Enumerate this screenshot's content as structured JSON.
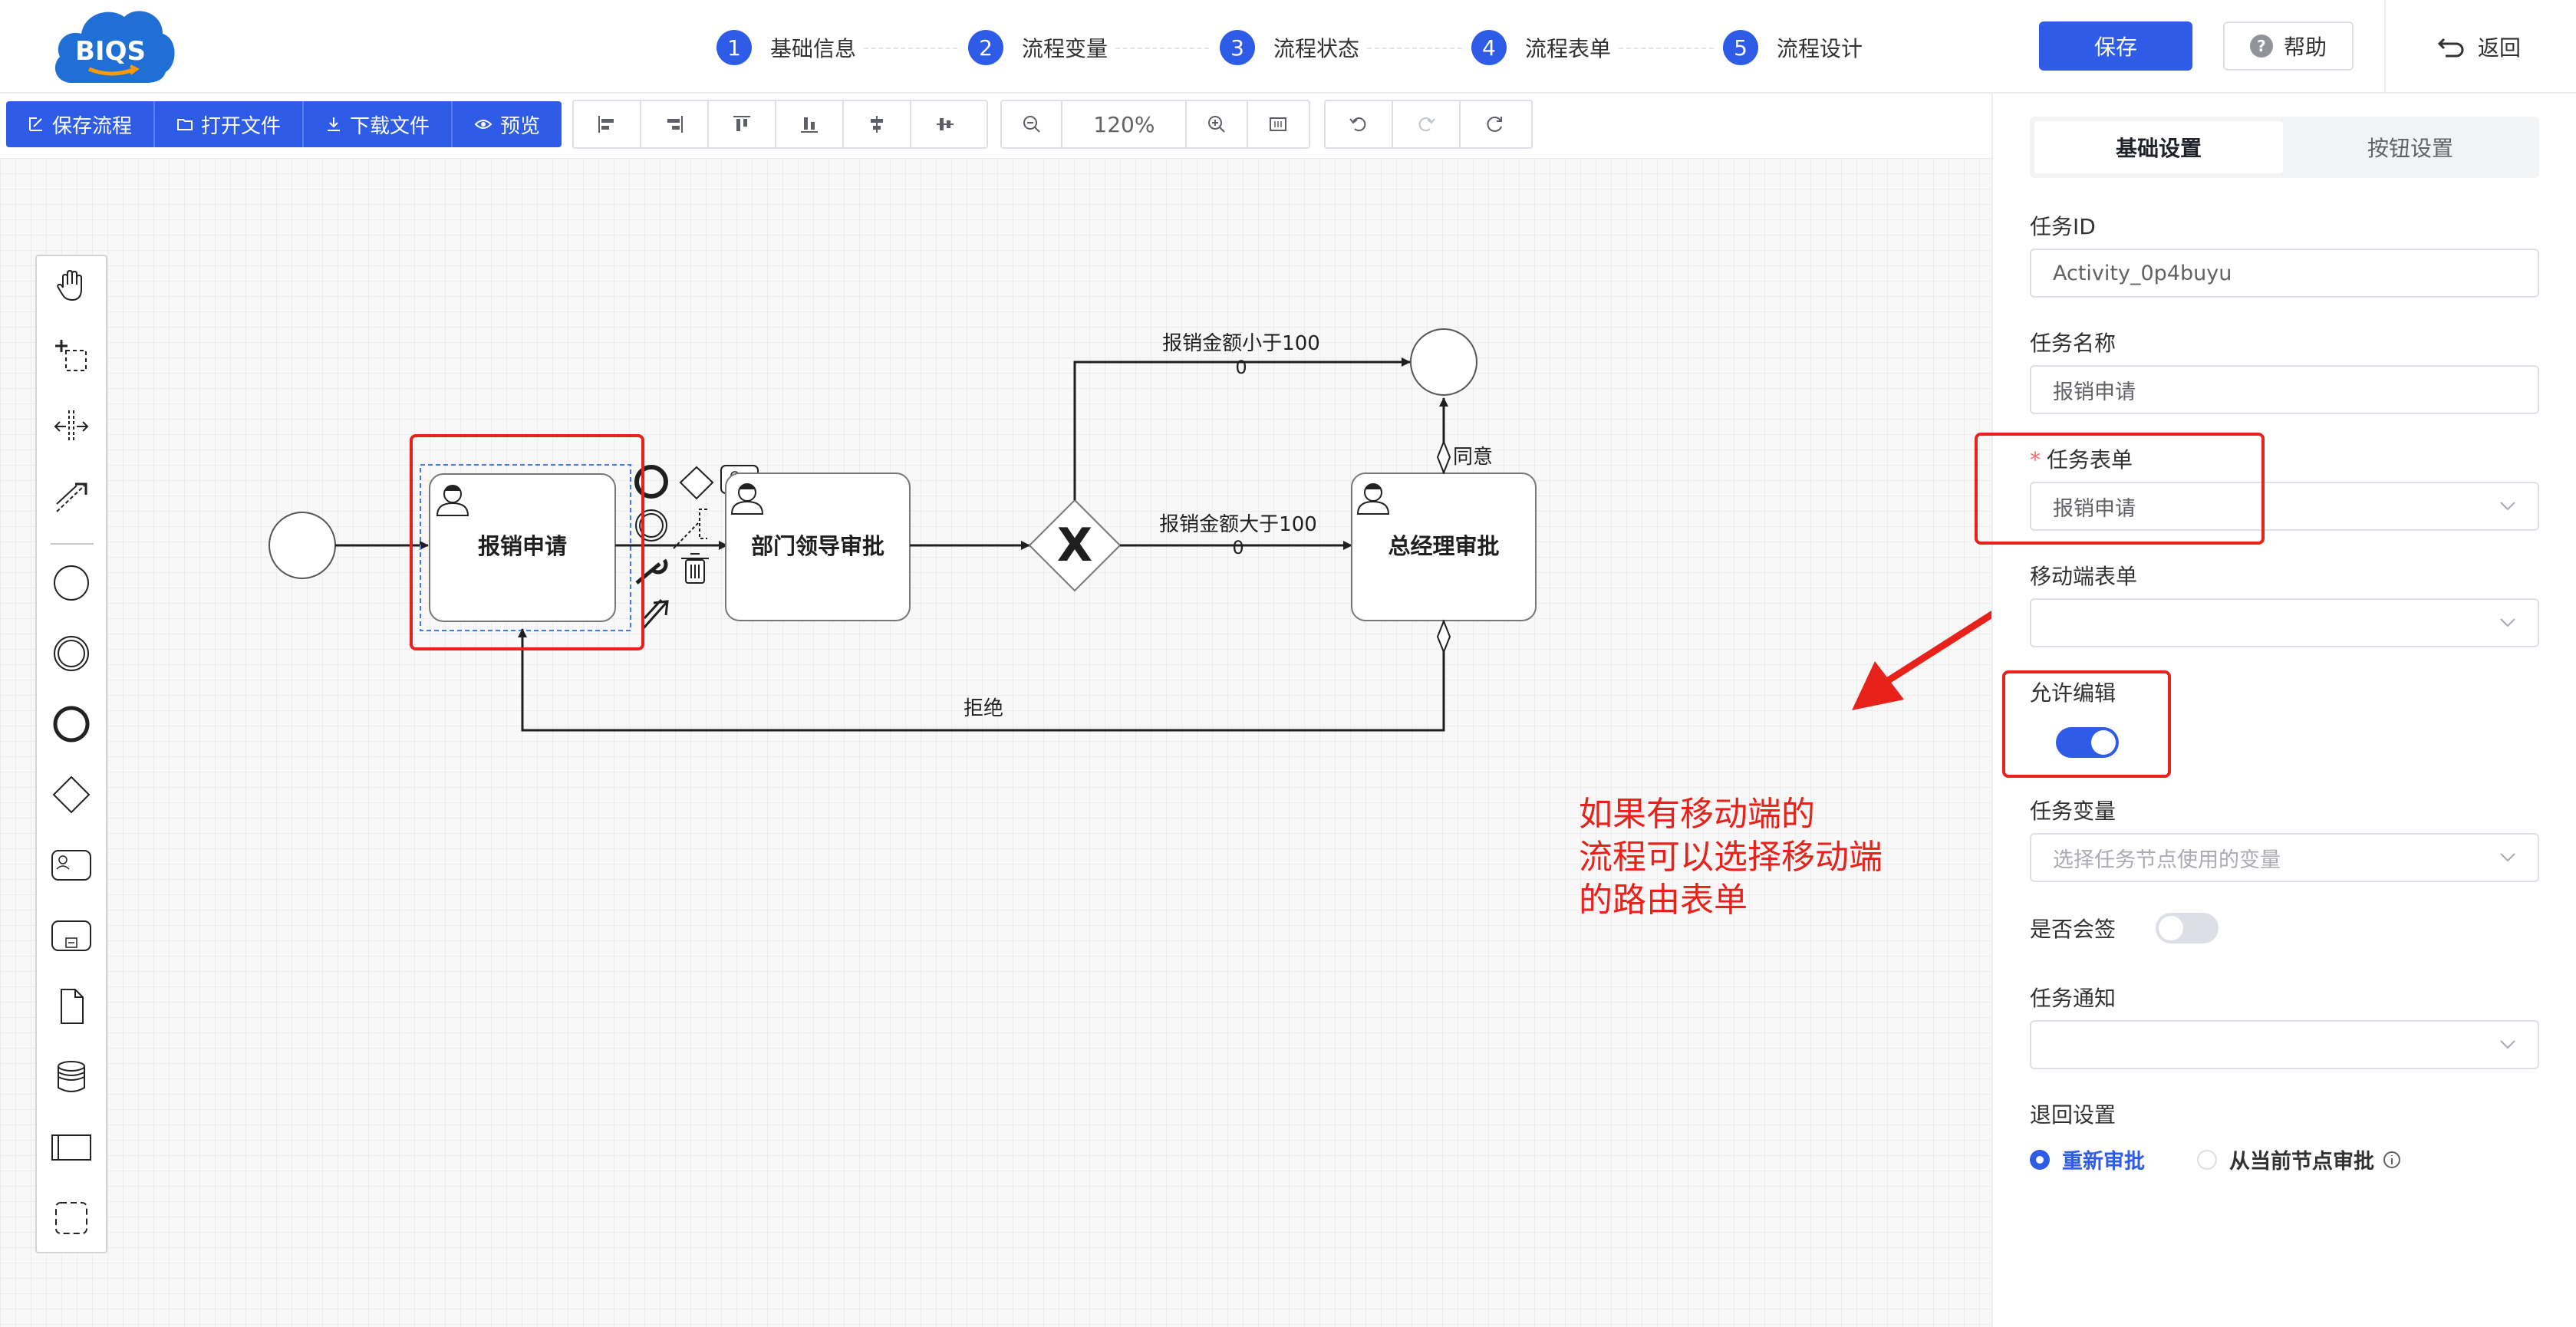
{
  "logo": {
    "text": "BIQS"
  },
  "steps": [
    {
      "num": "1",
      "label": "基础信息"
    },
    {
      "num": "2",
      "label": "流程变量"
    },
    {
      "num": "3",
      "label": "流程状态"
    },
    {
      "num": "4",
      "label": "流程表单"
    },
    {
      "num": "5",
      "label": "流程设计"
    }
  ],
  "header": {
    "save": "保存",
    "help": "帮助",
    "back": "返回"
  },
  "toolbar": {
    "save_flow": "保存流程",
    "open_file": "打开文件",
    "download_file": "下载文件",
    "preview": "预览",
    "zoom": "120%"
  },
  "diagram": {
    "task_apply": "报销申请",
    "task_dept": "部门领导审批",
    "task_gm": "总经理审批",
    "flow_lt": "报销金额小于100",
    "flow_lt_value": "0",
    "flow_gt": "报销金额大于100",
    "flow_gt_value": "0",
    "flow_agree": "同意",
    "flow_reject": "拒绝",
    "gateway_mark": "X"
  },
  "annotation": {
    "line1": "如果有移动端的",
    "line2": "流程可以选择移动端",
    "line3": "的路由表单"
  },
  "panel": {
    "tab_basic": "基础设置",
    "tab_buttons": "按钮设置",
    "task_id_label": "任务ID",
    "task_id_value": "Activity_0p4buyu",
    "task_name_label": "任务名称",
    "task_name_value": "报销申请",
    "task_form_required": "*",
    "task_form_label": "任务表单",
    "task_form_value": "报销申请",
    "mobile_form_label": "移动端表单",
    "mobile_form_value": "",
    "allow_edit_label": "允许编辑",
    "allow_edit_on": true,
    "task_var_label": "任务变量",
    "task_var_placeholder": "选择任务节点使用的变量",
    "countersign_label": "是否会签",
    "countersign_on": false,
    "notify_label": "任务通知",
    "return_label": "退回设置",
    "return_options": [
      "重新审批",
      "从当前节点审批"
    ],
    "return_selected": "重新审批"
  },
  "colors": {
    "primary": "#2e5ce6",
    "annotation": "#e8211b"
  }
}
